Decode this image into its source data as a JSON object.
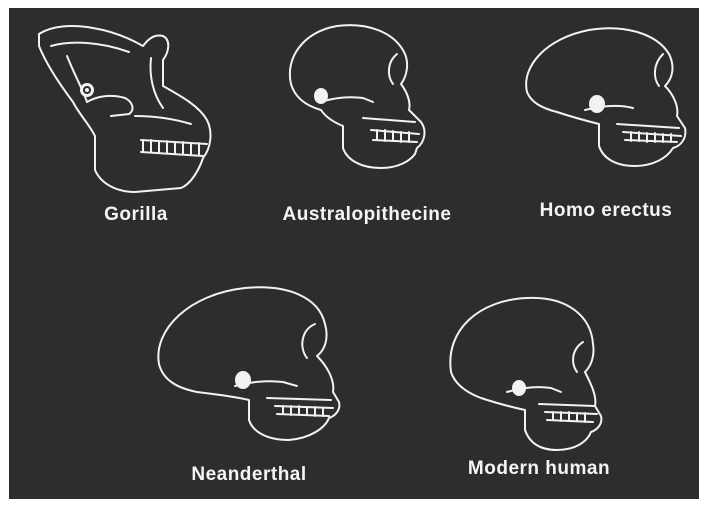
{
  "colors": {
    "panel_background": "#2d2d2d",
    "outer_background": "#ffffff",
    "line": "#f2f2f2",
    "label_text": "#f4f4f4"
  },
  "skulls": [
    {
      "label": "Gorilla",
      "icon": "gorilla-skull-icon"
    },
    {
      "label": "Australopithecine",
      "icon": "australopithecine-skull-icon"
    },
    {
      "label": "Homo erectus",
      "icon": "homo-erectus-skull-icon"
    },
    {
      "label": "Neanderthal",
      "icon": "neanderthal-skull-icon"
    },
    {
      "label": "Modern human",
      "icon": "modern-human-skull-icon"
    }
  ]
}
